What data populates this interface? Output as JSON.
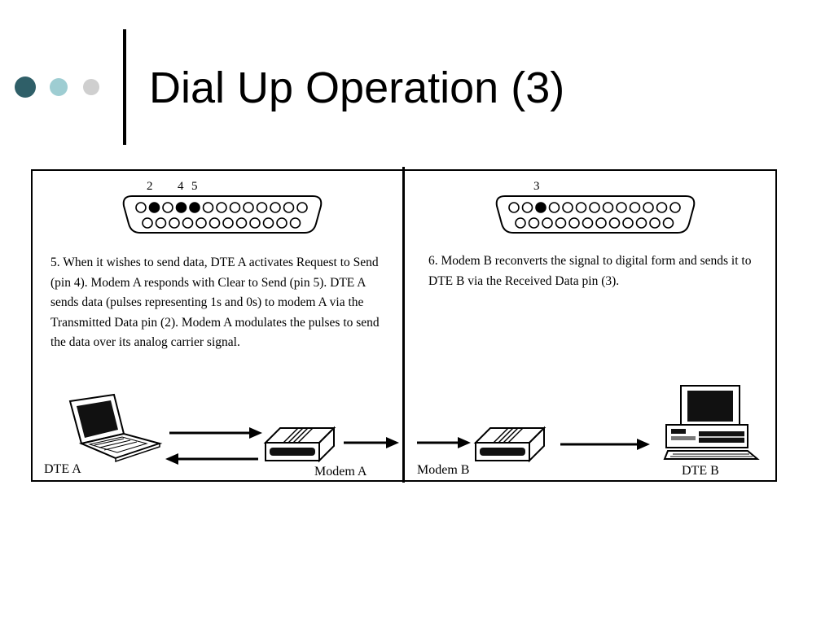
{
  "slide": {
    "title": "Dial Up Operation (3)"
  },
  "left_panel": {
    "pin_labels": [
      "2",
      "4",
      "5"
    ],
    "description": "5. When it wishes to send data, DTE A activates Request to Send (pin 4). Modem A responds with Clear to Send (pin 5). DTE A sends data (pulses representing 1s and 0s) to modem A via the Transmitted Data pin (2). Modem A modulates the pulses to send the data over its analog carrier signal.",
    "dte_label": "DTE A",
    "modem_label": "Modem A"
  },
  "right_panel": {
    "pin_labels": [
      "3"
    ],
    "description": "6. Modem B reconverts the signal to digital form and sends it to DTE B via the Received Data pin (3).",
    "modem_label": "Modem B",
    "dte_label": "DTE B"
  },
  "colors": {
    "bullet_dark": "#2f5f68",
    "bullet_mid": "#9ecdd2",
    "bullet_light": "#cfcfcf",
    "line": "#000000"
  }
}
